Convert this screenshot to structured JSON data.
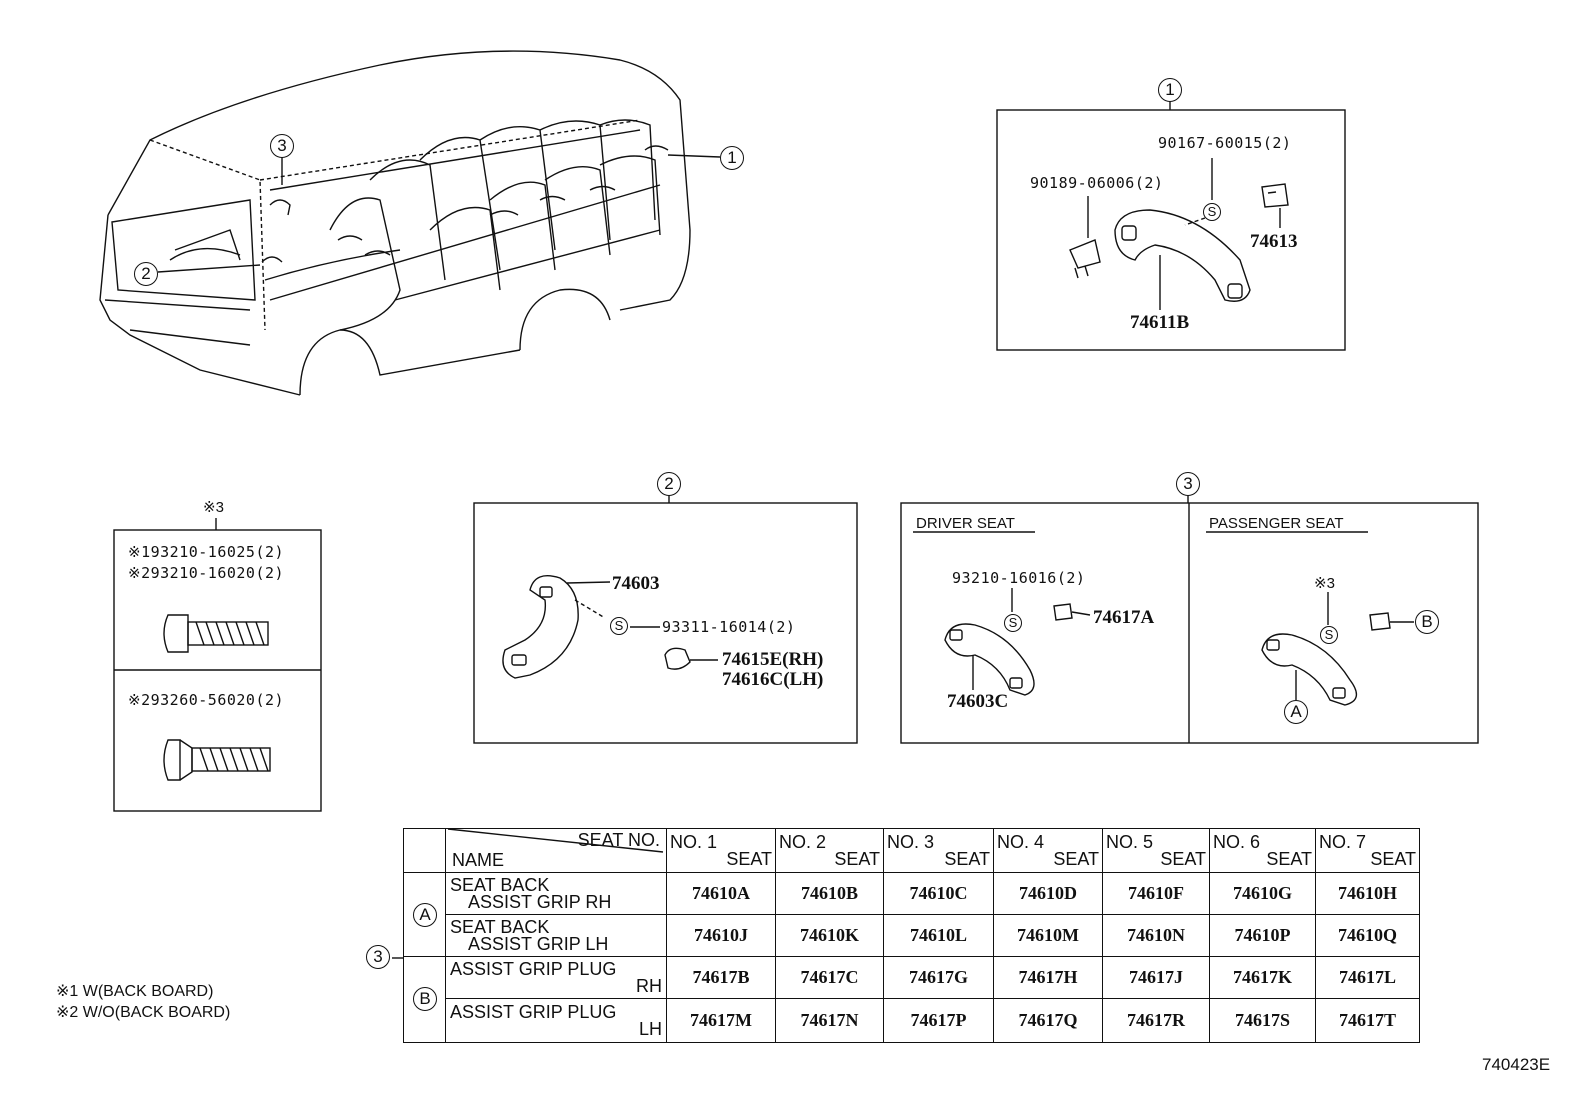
{
  "callouts": {
    "one": "1",
    "two": "2",
    "three": "3"
  },
  "panel1": {
    "screw_a": "90167-60015(2)",
    "screw_b": "90189-06006(2)",
    "grip": "74611B",
    "cap": "74613"
  },
  "screw_box": {
    "title": "※3",
    "line1": "※193210-16025(2)",
    "line2": "※293210-16020(2)",
    "line3": "※293260-56020(2)"
  },
  "panel2": {
    "grip": "74603",
    "screw": "93311-16014(2)",
    "plug_rh": "74615E(RH)",
    "plug_lh": "74616C(LH)"
  },
  "panel3": {
    "driver_title": "DRIVER SEAT",
    "passenger_title": "PASSENGER SEAT",
    "driver_screw": "93210-16016(2)",
    "driver_plug": "74617A",
    "driver_grip": "74603C",
    "passenger_screw": "※3",
    "ref_a": "A",
    "ref_b": "B",
    "screw_mark": "S"
  },
  "table": {
    "header_seat_no": "SEAT NO.",
    "header_name": "NAME",
    "columns": [
      {
        "l1": "NO. 1",
        "l2": "SEAT"
      },
      {
        "l1": "NO. 2",
        "l2": "SEAT"
      },
      {
        "l1": "NO. 3",
        "l2": "SEAT"
      },
      {
        "l1": "NO. 4",
        "l2": "SEAT"
      },
      {
        "l1": "NO. 5",
        "l2": "SEAT"
      },
      {
        "l1": "NO. 6",
        "l2": "SEAT"
      },
      {
        "l1": "NO. 7",
        "l2": "SEAT"
      }
    ],
    "group_a": "A",
    "group_b": "B",
    "rows": [
      {
        "n1": "SEAT BACK",
        "n2": "ASSIST GRIP RH",
        "parts": [
          "74610A",
          "74610B",
          "74610C",
          "74610D",
          "74610F",
          "74610G",
          "74610H"
        ]
      },
      {
        "n1": "SEAT BACK",
        "n2": "ASSIST GRIP LH",
        "parts": [
          "74610J",
          "74610K",
          "74610L",
          "74610M",
          "74610N",
          "74610P",
          "74610Q"
        ]
      },
      {
        "n1": "ASSIST GRIP PLUG",
        "n2": "RH",
        "parts": [
          "74617B",
          "74617C",
          "74617G",
          "74617H",
          "74617J",
          "74617K",
          "74617L"
        ]
      },
      {
        "n1": "ASSIST GRIP PLUG",
        "n2": "LH",
        "parts": [
          "74617M",
          "74617N",
          "74617P",
          "74617Q",
          "74617R",
          "74617S",
          "74617T"
        ]
      }
    ]
  },
  "notes": {
    "n1": "※1 W(BACK BOARD)",
    "n2": "※2 W/O(BACK BOARD)"
  },
  "figure_id": "740423E"
}
